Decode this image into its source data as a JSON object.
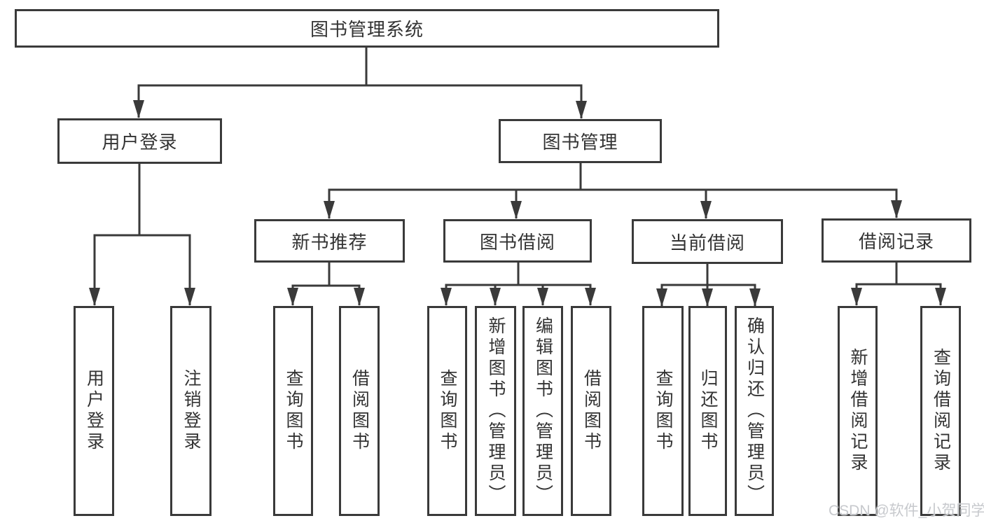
{
  "diagram": {
    "root": "图书管理系统",
    "user_login": {
      "label": "用户登录",
      "children": [
        "用户登录",
        "注销登录"
      ]
    },
    "book_mgmt": {
      "label": "图书管理",
      "sections": [
        {
          "label": "新书推荐",
          "children": [
            "查询图书",
            "借阅图书"
          ]
        },
        {
          "label": "图书借阅",
          "children": [
            "查询图书",
            "新增图书（管理员）",
            "编辑图书（管理员）",
            "借阅图书"
          ]
        },
        {
          "label": "当前借阅",
          "children": [
            "查询图书",
            "归还图书",
            "确认归还（管理员）"
          ]
        },
        {
          "label": "借阅记录",
          "children": [
            "新增借阅记录",
            "查询借阅记录"
          ]
        }
      ]
    }
  },
  "watermark": "CSDN @软件_小贺同学",
  "colors": {
    "line": "#3a3a3a",
    "box_border": "#3a3a3a",
    "text": "#333333",
    "watermark": "#c7c9cd",
    "background": "#ffffff"
  }
}
